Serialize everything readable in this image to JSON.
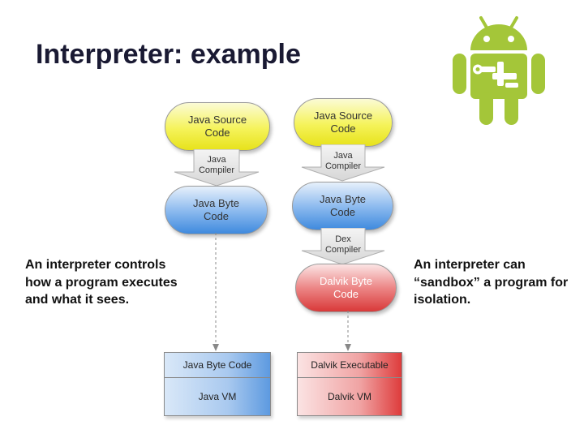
{
  "slide": {
    "title": "Interpreter: example",
    "left_note": [
      "An interpreter controls",
      "how a program executes",
      "and what it sees."
    ],
    "right_note": [
      "An interpreter can",
      "“sandbox” a program for",
      "isolation."
    ]
  },
  "java_column": {
    "source": [
      "Java Source",
      "Code"
    ],
    "compiler": [
      "Java",
      "Compiler"
    ],
    "bytecode": [
      "Java Byte",
      "Code"
    ],
    "vm_top": "Java Byte Code",
    "vm_bottom": "Java VM"
  },
  "dalvik_column": {
    "source": [
      "Java Source",
      "Code"
    ],
    "compiler": [
      "Java",
      "Compiler"
    ],
    "bytecode": [
      "Java Byte",
      "Code"
    ],
    "dex_compiler": [
      "Dex",
      "Compiler"
    ],
    "dalvik_bytecode": [
      "Dalvik Byte",
      "Code"
    ],
    "vm_top": "Dalvik Executable",
    "vm_bottom": "Dalvik VM"
  },
  "colors": {
    "android_green": "#a4c639",
    "yellow": "#f5f35a",
    "blue": "#3f8ade",
    "red": "#d93939"
  }
}
